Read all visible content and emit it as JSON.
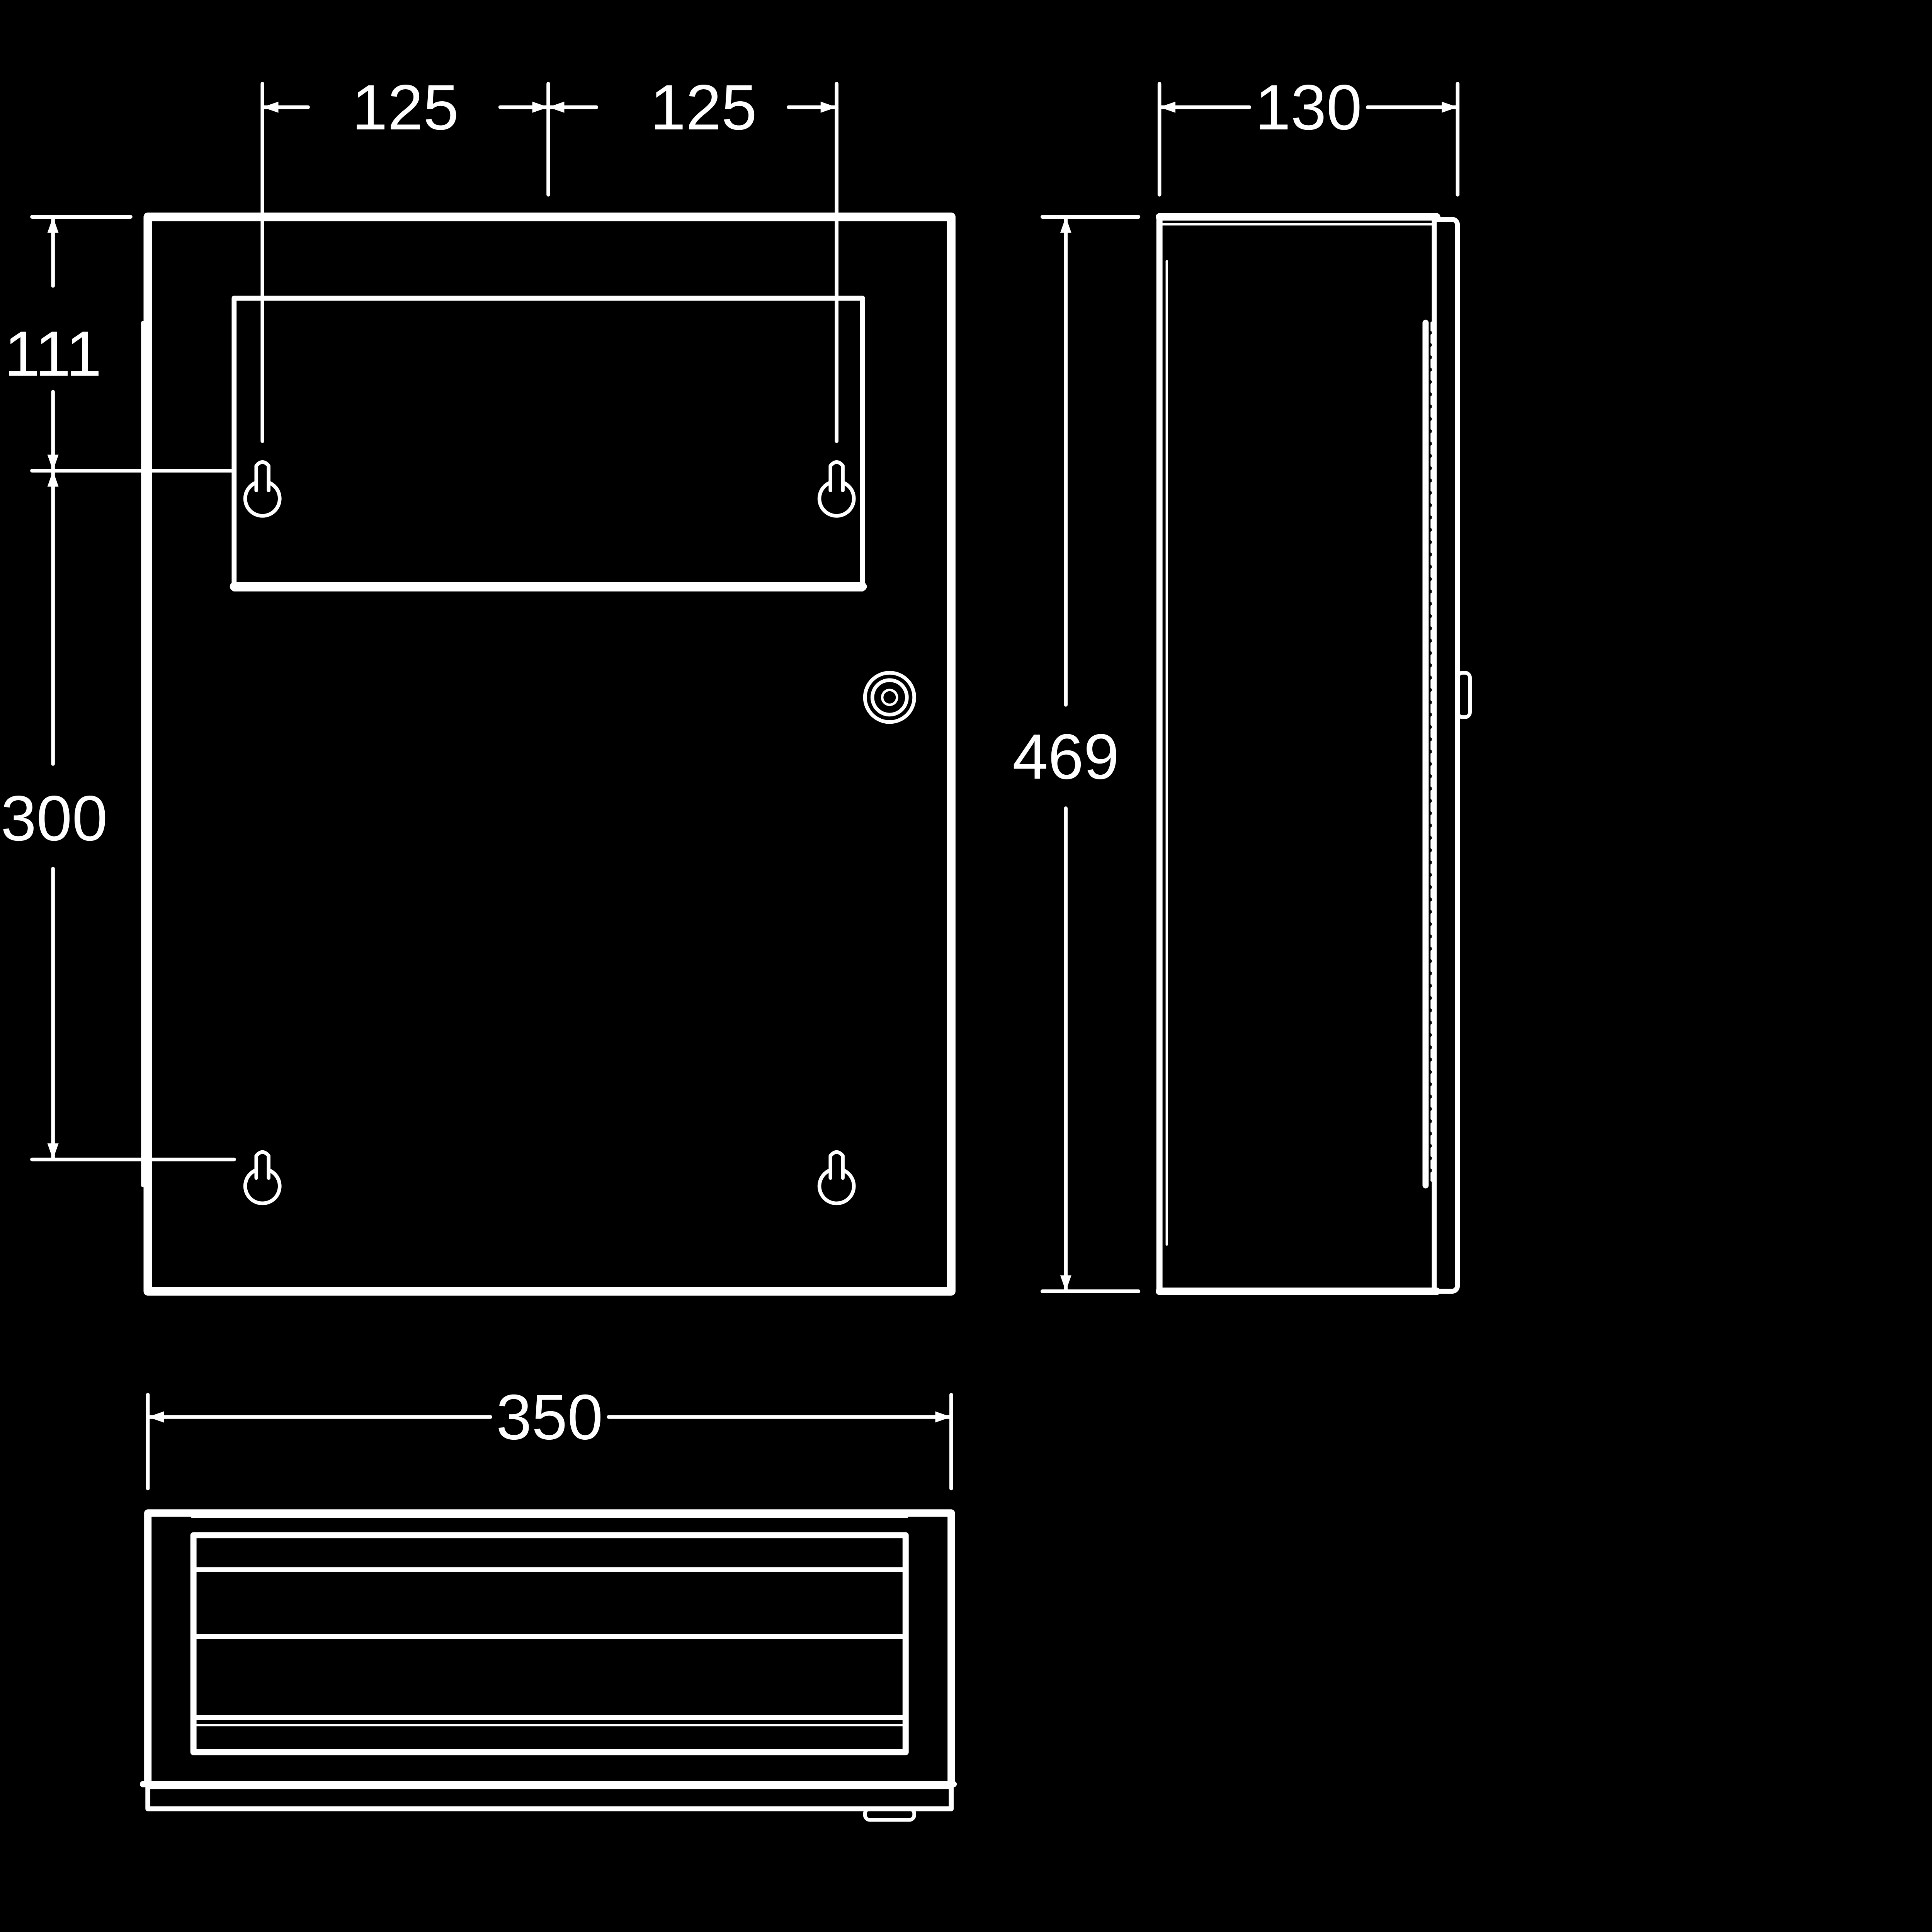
{
  "colors": {
    "background": "#000000",
    "line": "#ffffff"
  },
  "dimensions": {
    "hole_spacing_left": "125",
    "hole_spacing_right": "125",
    "depth": "130",
    "top_to_holes": "111",
    "hole_vertical_spacing": "300",
    "height": "469",
    "width": "350"
  }
}
